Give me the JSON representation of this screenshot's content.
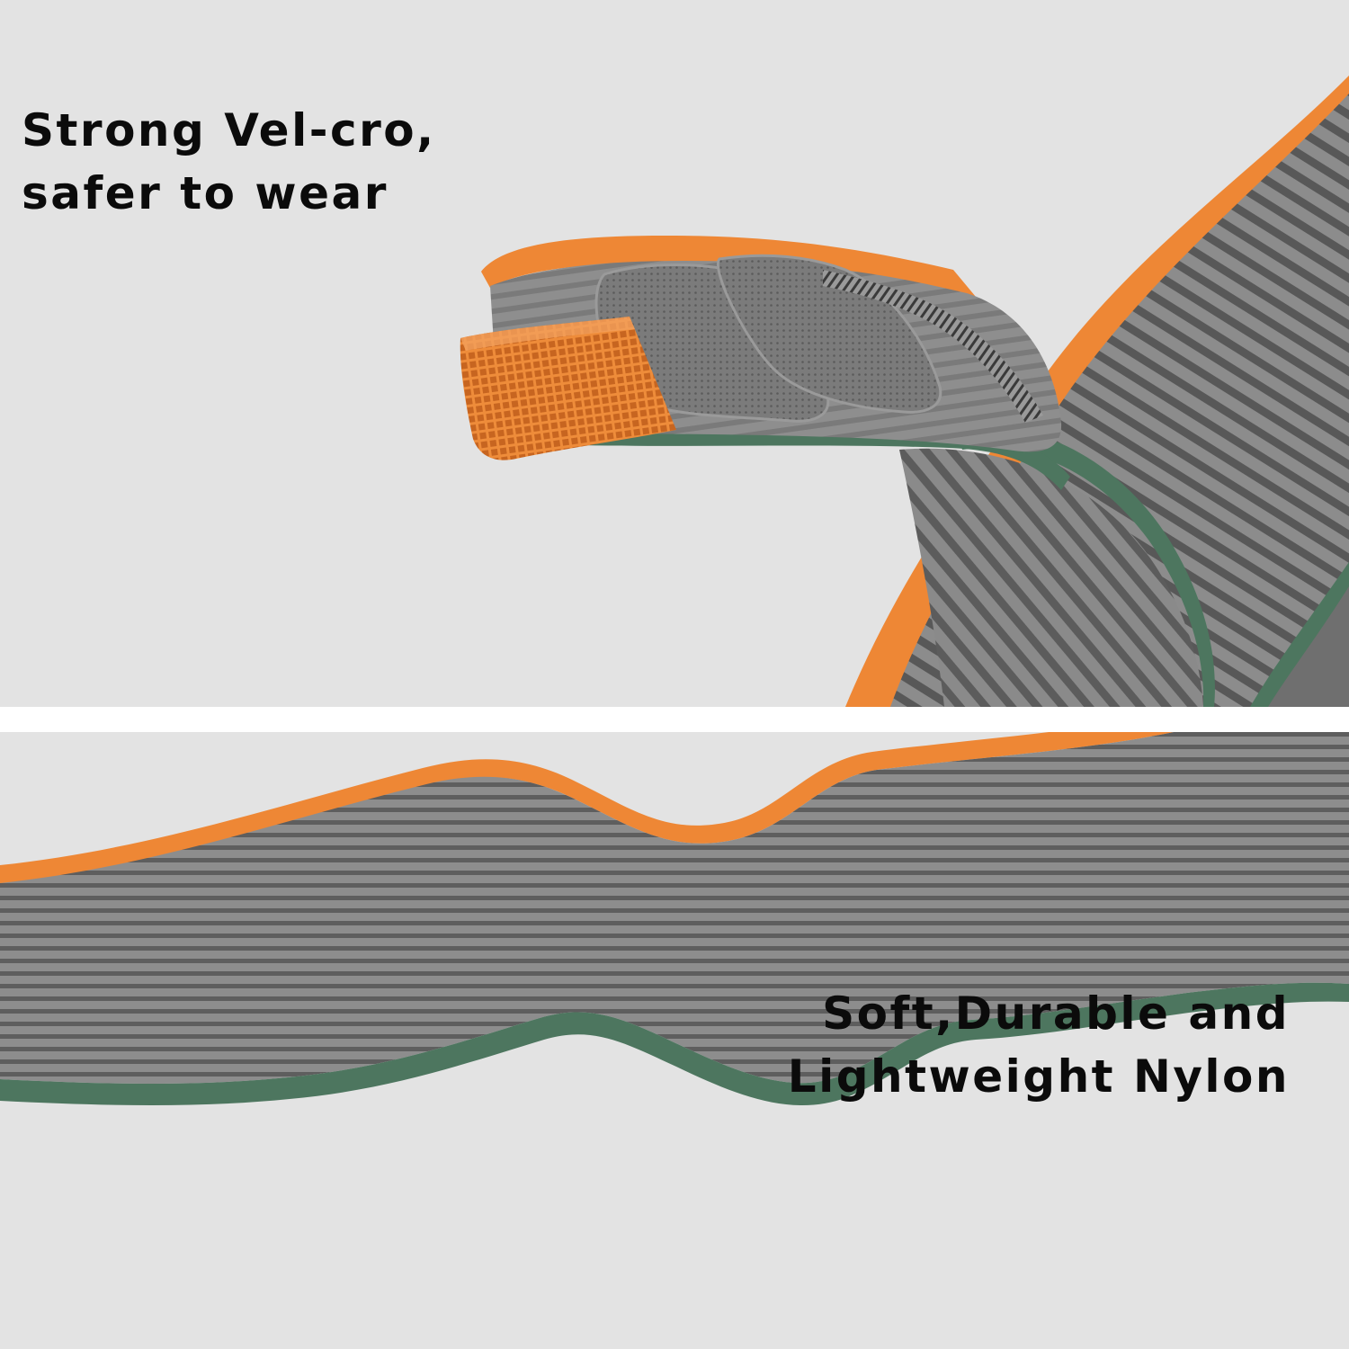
{
  "colors": {
    "background": "#e3e3e3",
    "divider": "#ffffff",
    "strap_gray": "#8d8d8d",
    "strap_dark_stripe": "#5a5a5a",
    "orange_edge": "#ee8735",
    "green_edge": "#4d765f",
    "text": "#0b0b0b"
  },
  "top_panel": {
    "caption_line1": "Strong Vel-cro,",
    "caption_line2": "safer to wear",
    "image": "velcro-strap-closeup-illustration"
  },
  "bottom_panel": {
    "caption_line1": "Soft,Durable and",
    "caption_line2": "Lightweight Nylon",
    "image": "wavy-nylon-strap-illustration"
  }
}
